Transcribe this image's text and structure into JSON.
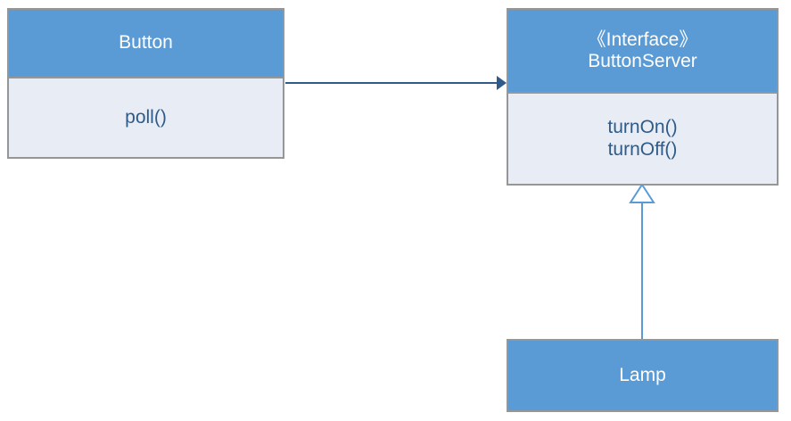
{
  "diagram": {
    "type": "uml-class-diagram",
    "background_color": "#ffffff",
    "palette": {
      "header_fill": "#5b9bd5",
      "body_fill": "#e8edf5",
      "box_border": "#969696",
      "header_text": "#ffffff",
      "body_text": "#2e5b8a",
      "association_line": "#2e5b8a",
      "realization_line": "#5b9bd5"
    },
    "classes": [
      {
        "id": "button",
        "name": "Button",
        "stereotype": "",
        "operations": [
          "poll()"
        ],
        "has_body_compartment": true
      },
      {
        "id": "button-server",
        "name": "ButtonServer",
        "stereotype": "《Interface》",
        "operations": [
          "turnOn()",
          "turnOff()"
        ],
        "has_body_compartment": true
      },
      {
        "id": "lamp",
        "name": "Lamp",
        "stereotype": "",
        "operations": [],
        "has_body_compartment": false
      }
    ],
    "relationships": [
      {
        "id": "button-uses-buttonserver",
        "kind": "association",
        "arrowhead": "solid-filled",
        "from": "button",
        "to": "button-server",
        "label": ""
      },
      {
        "id": "lamp-implements-buttonserver",
        "kind": "realization",
        "arrowhead": "hollow-triangle",
        "from": "lamp",
        "to": "button-server",
        "label": ""
      }
    ]
  }
}
